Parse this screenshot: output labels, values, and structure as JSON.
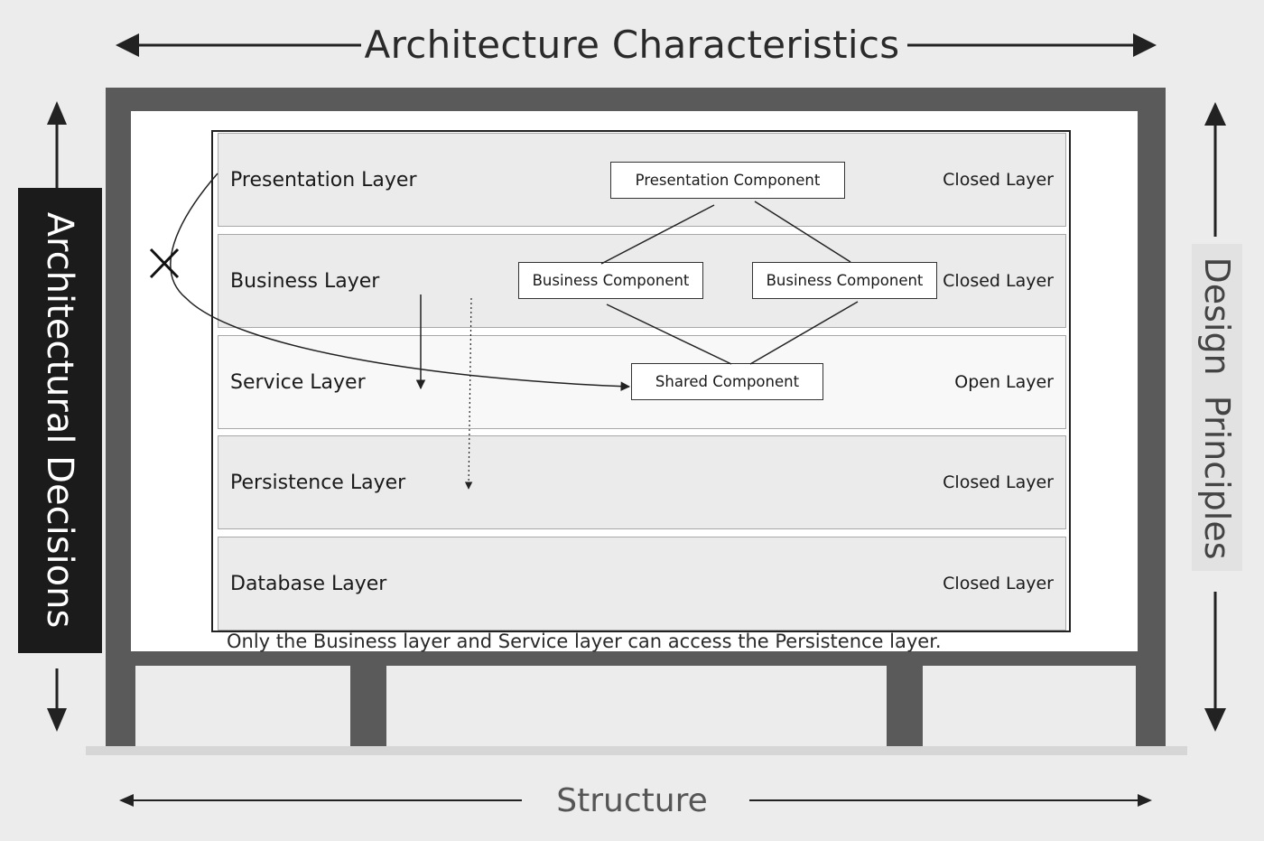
{
  "headers": {
    "top": "Architecture Characteristics",
    "bottom": "Structure",
    "left": "Architectural Decisions",
    "right": "Design Principles"
  },
  "layers": [
    {
      "name": "Presentation Layer",
      "type": "Closed Layer"
    },
    {
      "name": "Business Layer",
      "type": "Closed Layer"
    },
    {
      "name": "Service Layer",
      "type": "Open Layer"
    },
    {
      "name": "Persistence Layer",
      "type": "Closed Layer"
    },
    {
      "name": "Database Layer",
      "type": "Closed Layer"
    }
  ],
  "components": {
    "presentation": "Presentation Component",
    "business_left": "Business Component",
    "business_right": "Business Component",
    "shared": "Shared Component"
  },
  "note": "Only the Business layer and Service layer can access the Persistence layer.",
  "colors": {
    "frame": "#5a5a5a",
    "background": "#ececec",
    "left_panel": "#1b1b1b",
    "open_layer": "#f8f8f8",
    "closed_layer": "#ebebeb"
  }
}
